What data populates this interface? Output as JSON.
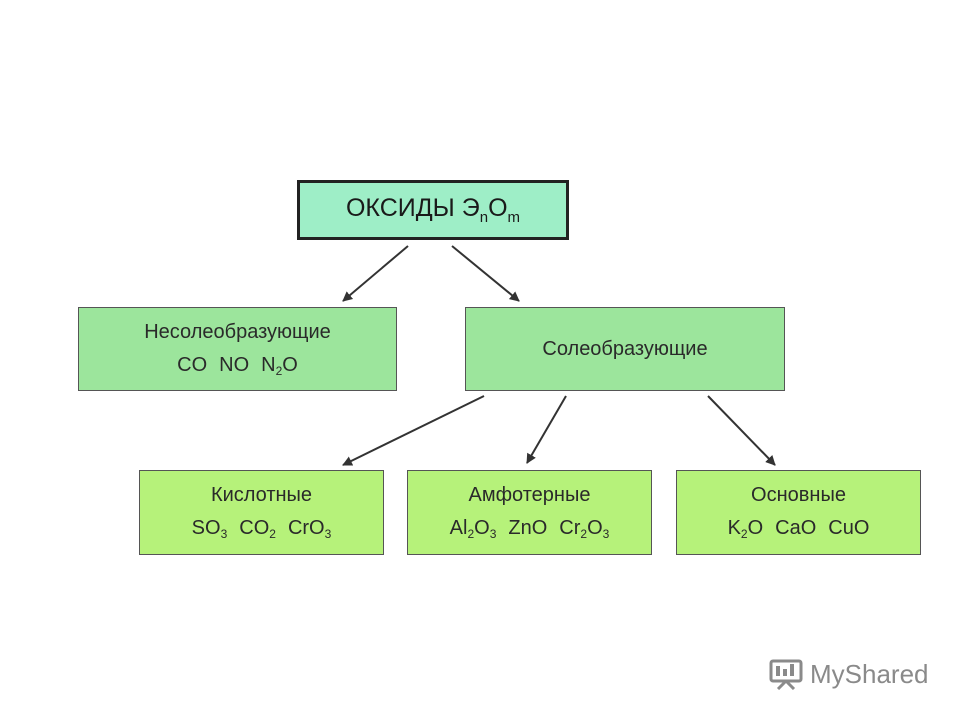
{
  "root": {
    "title": "ОКСИДЫ Э",
    "sub1": "n",
    "mid": "O",
    "sub2": "m"
  },
  "non_salt_forming": {
    "title": "Несолеобразующие",
    "formulas": [
      {
        "parts": [
          {
            "t": "CO"
          }
        ]
      },
      {
        "parts": [
          {
            "t": "NO"
          }
        ]
      },
      {
        "parts": [
          {
            "t": "N"
          },
          {
            "sub": "2"
          },
          {
            "t": "O"
          }
        ]
      }
    ]
  },
  "salt_forming": {
    "title": "Солеобразующие"
  },
  "acidic": {
    "title": "Кислотные",
    "formulas": [
      {
        "parts": [
          {
            "t": "SO"
          },
          {
            "sub": "3"
          }
        ]
      },
      {
        "parts": [
          {
            "t": "CO"
          },
          {
            "sub": "2"
          }
        ]
      },
      {
        "parts": [
          {
            "t": "CrO"
          },
          {
            "sub": "3"
          }
        ]
      }
    ]
  },
  "amphoteric": {
    "title": "Амфотерные",
    "formulas": [
      {
        "parts": [
          {
            "t": "Al"
          },
          {
            "sub": "2"
          },
          {
            "t": "O"
          },
          {
            "sub": "3"
          }
        ]
      },
      {
        "parts": [
          {
            "t": "ZnO"
          }
        ]
      },
      {
        "parts": [
          {
            "t": "Cr"
          },
          {
            "sub": "2"
          },
          {
            "t": "O"
          },
          {
            "sub": "3"
          }
        ]
      }
    ]
  },
  "basic": {
    "title": "Основные",
    "formulas": [
      {
        "parts": [
          {
            "t": "K"
          },
          {
            "sub": "2"
          },
          {
            "t": "O"
          }
        ]
      },
      {
        "parts": [
          {
            "t": "CaO"
          }
        ]
      },
      {
        "parts": [
          {
            "t": "CuO"
          }
        ]
      }
    ]
  },
  "watermark": {
    "text": "MyShared"
  },
  "colors": {
    "root_fill": "#9eeec7",
    "mid_fill": "#9ce59c",
    "leaf_fill": "#b6f27a",
    "watermark": "#8a8a8a"
  }
}
